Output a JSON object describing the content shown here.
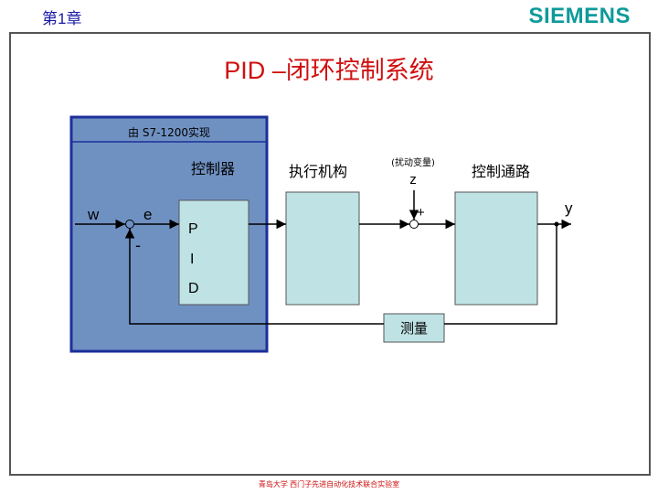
{
  "header": {
    "chapter": "第1章",
    "brand": "SIEMENS"
  },
  "title": "PID –闭环控制系统",
  "controller_box": {
    "caption": "由 S7-1200实现"
  },
  "blocks": {
    "controller": "控制器",
    "actuator": "执行机构",
    "disturbance_note": "(扰动变量)",
    "disturbance_symbol": "z",
    "process": "控制通路"
  },
  "signals": {
    "setpoint": "w",
    "error": "e",
    "minus": "-",
    "plus": "+",
    "output": "y",
    "measure": "测量"
  },
  "pid_terms": [
    "P",
    "I",
    "D"
  ],
  "footer": "青岛大学 西门子先进自动化技术联合实验室",
  "colors": {
    "title": "#d01010",
    "chapter": "#1a1aa6",
    "brand": "#0e9a9a",
    "controller_fill": "#6f91c2",
    "controller_border": "#1c2f9a",
    "block_fill": "#bfe2e4"
  }
}
